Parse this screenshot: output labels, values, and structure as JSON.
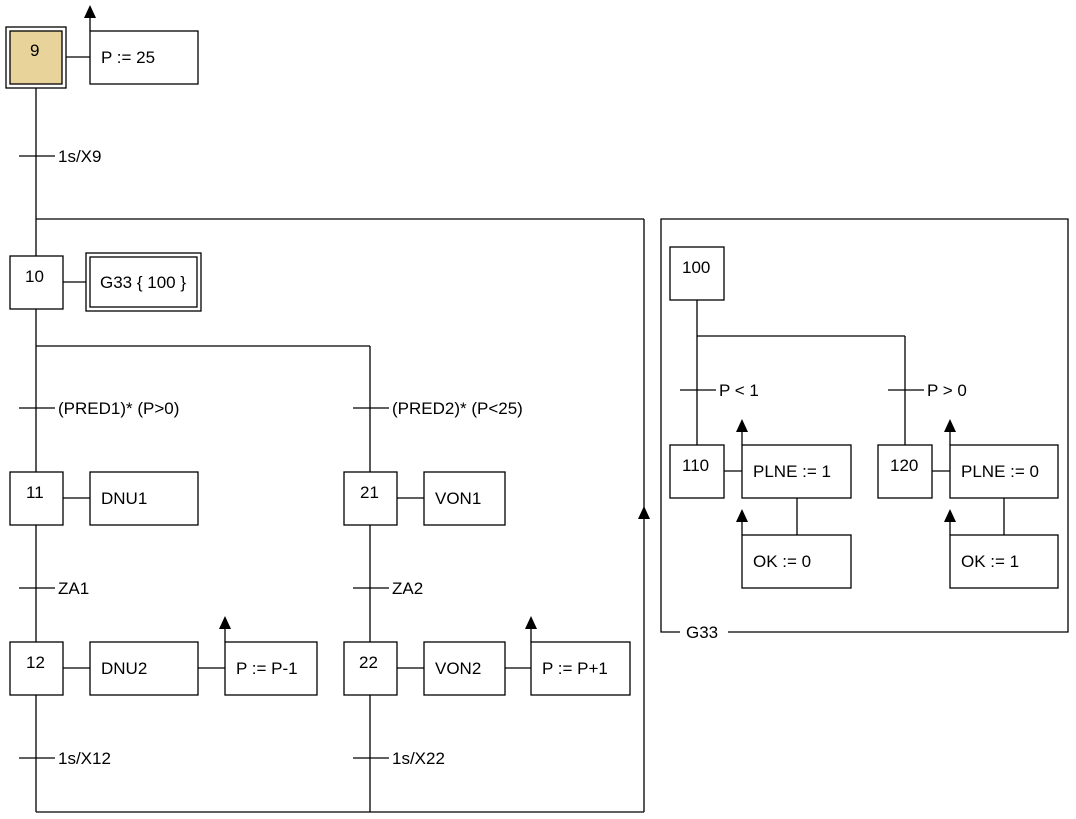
{
  "colors": {
    "initial_step_fill": "#E8D49A",
    "stroke": "#000000",
    "background": "#FFFFFF"
  },
  "steps": {
    "s9": "9",
    "s10": "10",
    "s11": "11",
    "s12": "12",
    "s21": "21",
    "s22": "22",
    "s100": "100",
    "s110": "110",
    "s120": "120"
  },
  "actions": {
    "p_init": "P := 25",
    "g33_force": "G33 { 100 }",
    "dnu1": "DNU1",
    "dnu2": "DNU2",
    "p_dec": "P := P-1",
    "von1": "VON1",
    "von2": "VON2",
    "p_inc": "P := P+1",
    "plne1": "PLNE := 1",
    "ok0": "OK := 0",
    "plne0": "PLNE := 0",
    "ok1": "OK := 1"
  },
  "transitions": {
    "t_9_10": "1s/X9",
    "t_10_11": "(PRED1)* (P>0)",
    "t_10_21": "(PRED2)* (P<25)",
    "t_11_12": "ZA1",
    "t_21_22": "ZA2",
    "t_12_end": "1s/X12",
    "t_22_end": "1s/X22",
    "t_100_110": "P < 1",
    "t_100_120": "P > 0"
  },
  "partial_grafcet": {
    "label": "G33"
  }
}
